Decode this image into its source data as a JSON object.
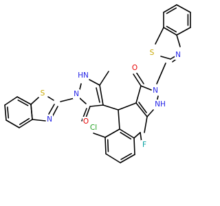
{
  "molecule": {
    "colors": {
      "bond": "#000000",
      "S": "#c8a800",
      "N": "#1f1fe6",
      "O": "#e60000",
      "Cl": "#1fa01f",
      "F": "#00a0a0",
      "H": "#1f1fe6"
    },
    "atoms": [
      {
        "id": "S1",
        "text": "S"
      },
      {
        "id": "N1",
        "text": "N"
      },
      {
        "id": "O1",
        "text": "O"
      },
      {
        "id": "N2",
        "text": "N"
      },
      {
        "id": "NH1",
        "text": "NH"
      },
      {
        "id": "S2",
        "text": "S"
      },
      {
        "id": "N3",
        "text": "N"
      },
      {
        "id": "NH2",
        "text": "HN"
      },
      {
        "id": "N4",
        "text": "N"
      },
      {
        "id": "O2",
        "text": "O"
      },
      {
        "id": "Cl1",
        "text": "Cl"
      },
      {
        "id": "F1",
        "text": "F"
      }
    ]
  }
}
